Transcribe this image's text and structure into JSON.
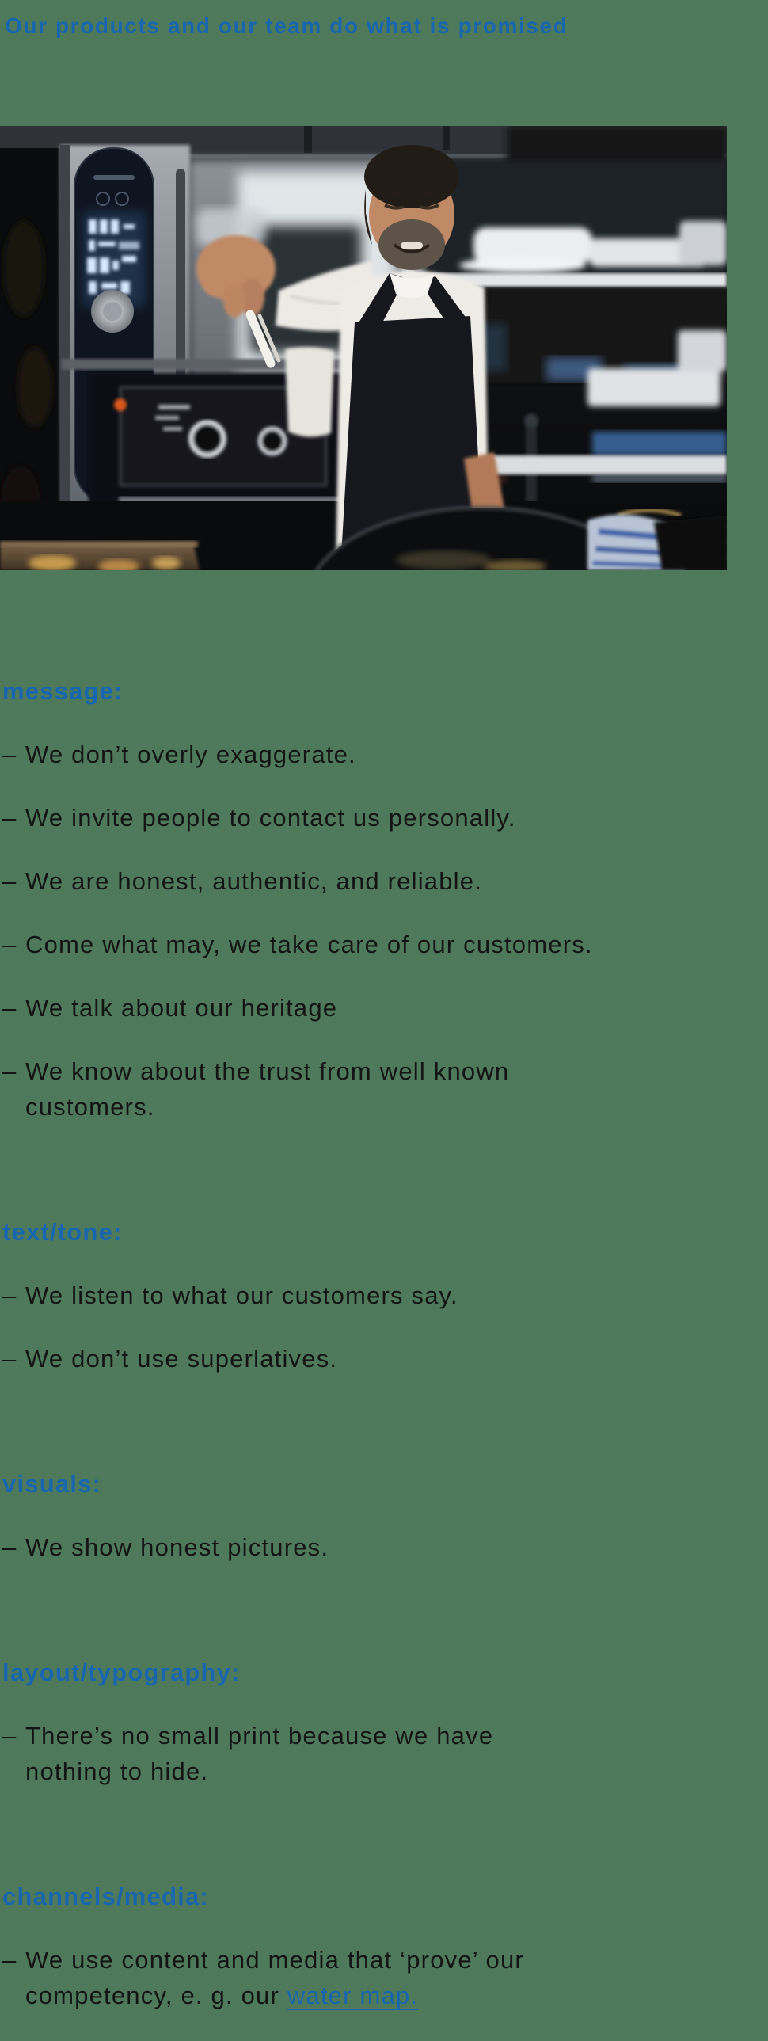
{
  "theme": {
    "background_green": "#4e7a5b",
    "heading_blue": "#1766ae",
    "body_text_color": "#141414",
    "link_blue": "#1766ae"
  },
  "title": "Our products and our team do what is promised",
  "photo": {
    "description": "Smiling bearded chef in white shirt and dark apron cooking with a large black pan in a professional stainless-steel kitchen, combi oven with glowing control panel on the left"
  },
  "bullet_dash": "–",
  "sections": [
    {
      "id": "message",
      "heading": "message:",
      "bullets": [
        {
          "text": "We don’t overly exaggerate."
        },
        {
          "text": "We invite people to contact us personally."
        },
        {
          "text": "We are honest, authentic, and reliable."
        },
        {
          "text": "Come what may, we take care of our customers."
        },
        {
          "text": "We talk about our heritage"
        },
        {
          "text": "We know about the trust from well known\ncustomers."
        }
      ]
    },
    {
      "id": "text-tone",
      "heading": "text/tone:",
      "bullets": [
        {
          "text": "We listen to what our customers say."
        },
        {
          "text": "We don’t use superlatives."
        }
      ]
    },
    {
      "id": "visuals",
      "heading": "visuals:",
      "bullets": [
        {
          "text": "We show honest pictures."
        }
      ]
    },
    {
      "id": "layout-typography",
      "heading": "layout/typography:",
      "bullets": [
        {
          "text": "There’s no small print because we have\nnothing to hide."
        }
      ]
    },
    {
      "id": "channels-media",
      "heading": "channels/media:",
      "bullets": [
        {
          "text": "We use content and media that ‘prove’ our\ncompetency, e. g. our ",
          "link_text": "water map."
        }
      ]
    }
  ]
}
